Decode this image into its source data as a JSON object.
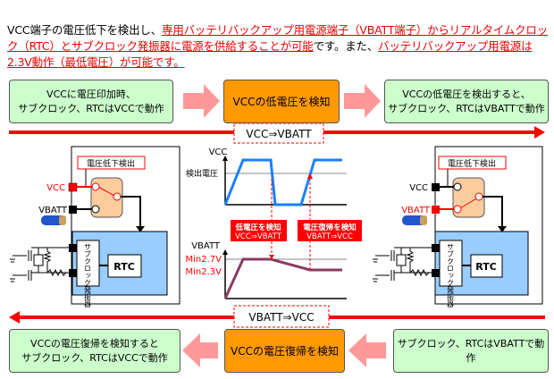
{
  "intro": {
    "part1": "VCC端子の電圧低下を検出し、",
    "part2": "専用バッテリバックアップ用電源端子（VBATT端子）からリアルタイムクロック（RTC）とサブクロック発振器に電源を供給することが可能",
    "part3": "です。また、",
    "part4": "バッテリバックアップ用電源は2.3V動作（最低電圧）が可能です。"
  },
  "top_flow": {
    "step1_line1": "VCCに電圧印加時、",
    "step1_line2": "サブクロック、RTCはVCCで動作",
    "step2": "VCCの低電圧を検知",
    "step3_line1": "VCCの低電圧を検出すると、",
    "step3_line2": "サブクロック、RTCはVBATTで動作",
    "direction_label": "VCC⇒VBATT"
  },
  "bottom_flow": {
    "step1_line1": "VCCの電圧復帰を検知すると",
    "step1_line2": "サブクロック、RTCはVCCで動作",
    "step2": "VCCの電圧復帰を検知",
    "step3": "サブクロック、RTCはVBATTで動作",
    "direction_label": "VBATT⇒VCC"
  },
  "module": {
    "detector_label": "電圧低下検出",
    "vcc_pin": "VCC",
    "vbatt_pin": "VBATT",
    "subclock_label": "サブクロック発振器",
    "rtc_label": "RTC"
  },
  "chart": {
    "vcc_axis_label": "VCC",
    "detect_voltage_label": "検出電圧",
    "vbatt_axis_label": "VBATT",
    "min27": "Min2.7V",
    "min23": "Min2.3V",
    "event1_line1": "低電圧を検知",
    "event1_line2": "VCC⇒VBATT",
    "event2_line1": "電圧復帰を検知",
    "event2_line2": "VBATT⇒VCC"
  },
  "colors": {
    "accent_red": "#ff0000",
    "flow_green": "#ccffcc",
    "flow_orange": "#ff9900",
    "vcc_curve": "#1a7fff",
    "vbatt_curve": "#8b3a62",
    "block_blue": "#99ccff",
    "switch_fill": "#fccc9c"
  }
}
